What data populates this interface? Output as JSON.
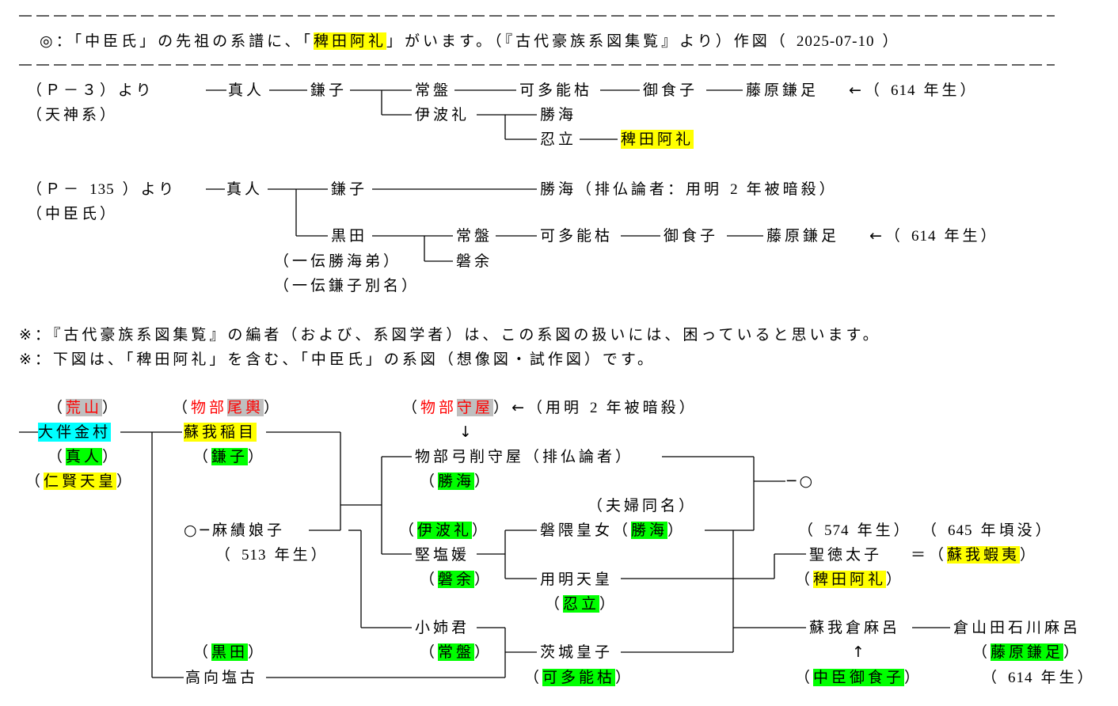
{
  "header": {
    "title_pre": "◎：「中臣氏」の先祖の系譜に、「",
    "title_hl": "稗田阿礼",
    "title_post": "」がいます。（『古代豪族系図集覧』より）作図（",
    "date": "2025-07-10",
    "title_end": "）"
  },
  "p3": {
    "src": "（Ｐ－３）より",
    "src2": "（天神系）",
    "mahito": "真人",
    "kamako": "鎌子",
    "tokiwa": "常盤",
    "katanokaku": "可多能枯",
    "mikeko": "御食子",
    "kamatari": "藤原鎌足",
    "birth_pre": "←（",
    "birth_num": "614",
    "birth_post": "年生）",
    "ihare": "伊波礼",
    "katsumi": "勝海",
    "oshitachi": "忍立",
    "hieda": "稗田阿礼"
  },
  "p135": {
    "src_pre": "（Ｐ－",
    "src_num": "135",
    "src_post": "）より",
    "src2": "（中臣氏）",
    "mahito": "真人",
    "kamako": "鎌子",
    "katsumi_note_pre": "勝海（排仏論者：用明",
    "katsumi_note_num": "2",
    "katsumi_note_post": "年被暗殺）",
    "kuroda": "黒田",
    "tokiwa": "常盤",
    "katanokaku": "可多能枯",
    "mikeko": "御食子",
    "kamatari": "藤原鎌足",
    "birth_pre": "←（",
    "birth_num": "614",
    "birth_post": "年生）",
    "note1": "（一伝勝海弟）",
    "iwaare": "磐余",
    "note2": "（一伝鎌子別名）"
  },
  "notes": {
    "n1": "※：『古代豪族系図集覧』の編者（および、系図学者）は、この系図の扱いには、困っていると思います。",
    "n2": "※：下図は、「稗田阿礼」を含む、「中臣氏」の系図（想像図・試作図）です。"
  },
  "tree": {
    "arayama": "荒山",
    "otomo": "大伴金村",
    "mahito": "真人",
    "ninken": "仁賢天皇",
    "mononobe": "物部",
    "okoshi": "尾輿",
    "iname": "蘇我稲目",
    "kamako": "鎌子",
    "kanashi": "○─麻績娘子",
    "kanashi_birth_num": "513",
    "kanashi_birth_post": "年生）",
    "kuroda": "黒田",
    "takamuko": "高向塩古",
    "moriya": "守屋",
    "moriya_note_pre": "←（用明",
    "moriya_note_num": "2",
    "moriya_note_post": "年被暗殺）",
    "down_arrow": "↓",
    "yuge": "物部弓削守屋（排仏論者）",
    "katsumi": "勝海",
    "circle": "─○",
    "fufu": "（夫婦同名）",
    "ihare": "伊波礼",
    "anahobe": "磐隈皇女（",
    "anahobe_hl": "勝海",
    "kitashi": "堅塩媛",
    "iwaare": "磐余",
    "yomei": "用明天皇",
    "oshitachi": "忍立",
    "oane": "小姉君",
    "tokiwa": "常盤",
    "ubaraki": "茨城皇子",
    "katanokaku": "可多能枯",
    "shotoku_birth_num": "574",
    "shotoku_birth_post": "年生）",
    "emishi_death_num": "645",
    "emishi_death_post": "年頃没）",
    "shotoku": "聖徳太子",
    "eq": "＝（",
    "emishi": "蘇我蝦夷",
    "hieda": "稗田阿礼",
    "kuramaro": "蘇我倉麻呂",
    "ishikawa": "倉山田石川麻呂",
    "up_arrow": "↑",
    "nakatomi_mikeko": "中臣御食子",
    "kamatari": "藤原鎌足",
    "kamatari_birth_num": "614",
    "kamatari_birth_post": "年生）"
  }
}
